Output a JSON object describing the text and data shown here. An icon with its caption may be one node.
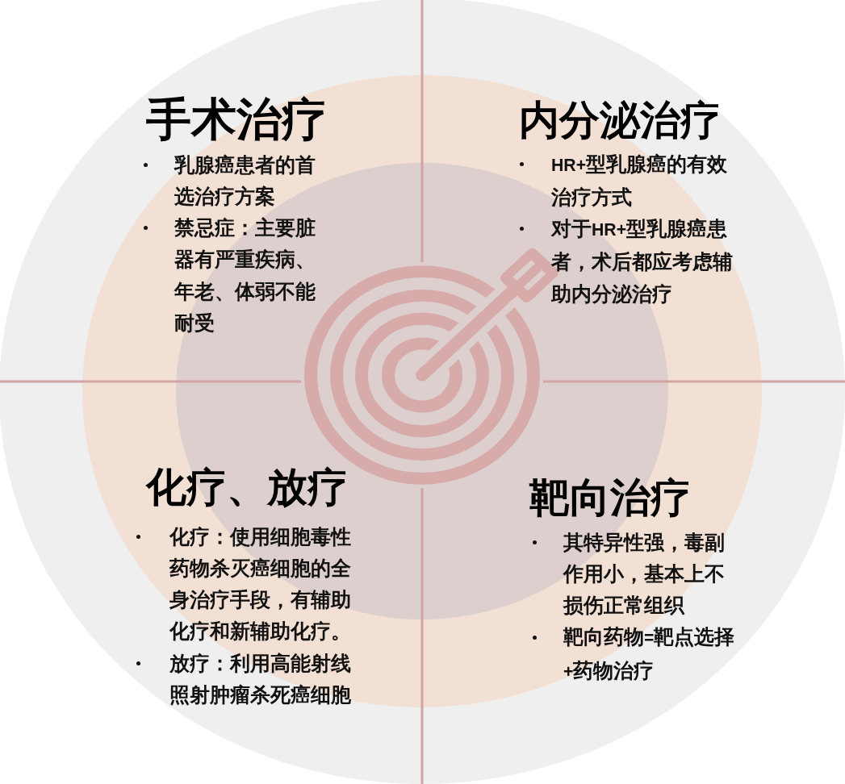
{
  "diagram": {
    "nodes": [
      {
        "text": [
          "手术治疗",
          "乳腺癌患者的首选治疗方案",
          "禁忌症：主要脏器有严重疾病、年老、体弱不能耐受"
        ]
      },
      {
        "text": [
          "内分泌治疗",
          "HR+型乳腺癌的有效治疗方式",
          "对于HR+型乳腺癌患者，术后都应考虑辅助内分泌治疗"
        ]
      },
      {
        "text": [
          "化疗、放疗",
          "化疗：使用细胞毒性药物杀灭癌细胞的全身治疗手段，有辅助化疗和新辅助化疗。",
          "放疗：利用高能射线照射肿瘤杀死癌细胞"
        ]
      },
      {
        "text": [
          "靶向治疗",
          "其特异性强，毒副作用小，基本上不损伤正常组织",
          "靶向药物=靶点选择+药物治疗"
        ]
      }
    ]
  }
}
